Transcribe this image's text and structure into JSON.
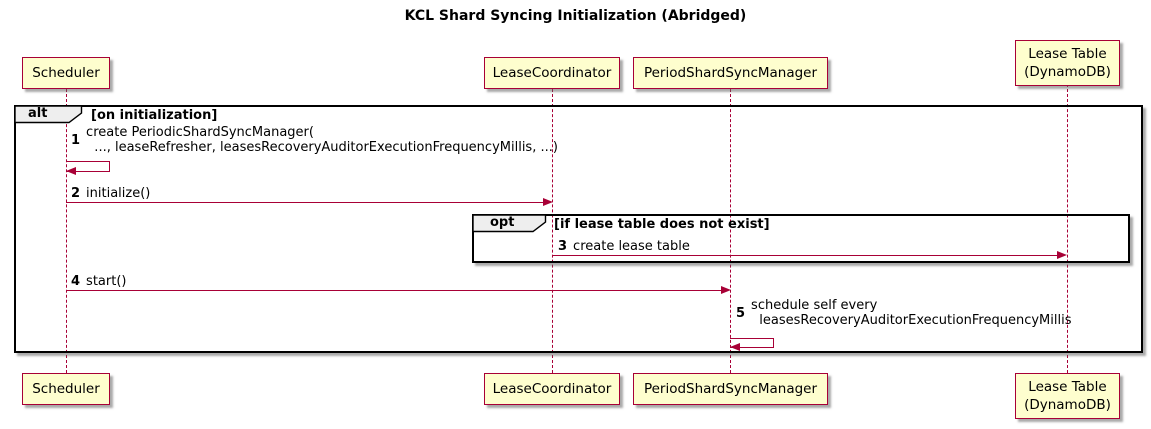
{
  "title": "KCL Shard Syncing Initialization (Abridged)",
  "colors": {
    "participant_fill": "#FEFECE",
    "participant_border": "#A80036",
    "arrow": "#A80036",
    "frame_border": "#000000",
    "frame_label_fill": "#EEEEEE",
    "background": "#FFFFFF"
  },
  "participants": [
    {
      "id": "scheduler",
      "label": "Scheduler"
    },
    {
      "id": "lease-coordinator",
      "label": "LeaseCoordinator"
    },
    {
      "id": "period-shard-sync-manager",
      "label": "PeriodShardSyncManager"
    },
    {
      "id": "lease-table",
      "label": "Lease Table\n(DynamoDB)"
    }
  ],
  "frames": [
    {
      "operator": "alt",
      "guard": "[on initialization]"
    },
    {
      "operator": "opt",
      "guard": "[if lease table does not exist]"
    }
  ],
  "messages": [
    {
      "num": "1",
      "text": "create PeriodicShardSyncManager(\n  ..., leaseRefresher, leasesRecoveryAuditorExecutionFrequencyMillis, ...)",
      "kind": "self",
      "from": "Scheduler",
      "to": "Scheduler"
    },
    {
      "num": "2",
      "text": "initialize()",
      "kind": "arrow",
      "from": "Scheduler",
      "to": "LeaseCoordinator"
    },
    {
      "num": "3",
      "text": "create lease table",
      "kind": "arrow",
      "from": "LeaseCoordinator",
      "to": "Lease Table (DynamoDB)"
    },
    {
      "num": "4",
      "text": "start()",
      "kind": "arrow",
      "from": "Scheduler",
      "to": "PeriodShardSyncManager"
    },
    {
      "num": "5",
      "text": "schedule self every\n  leasesRecoveryAuditorExecutionFrequencyMillis",
      "kind": "self",
      "from": "PeriodShardSyncManager",
      "to": "PeriodShardSyncManager"
    }
  ]
}
